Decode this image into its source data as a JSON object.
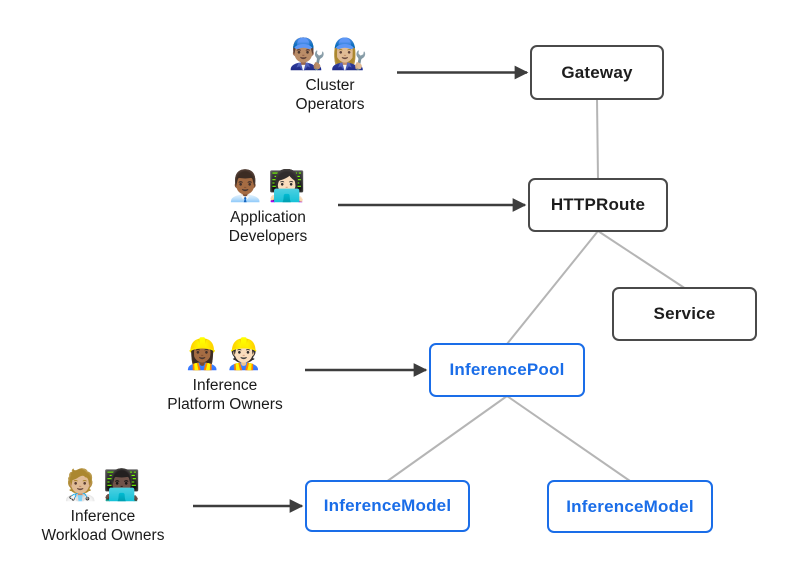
{
  "diagram": {
    "background": "#ffffff",
    "colors": {
      "resource_border": "#4a4a4a",
      "resource_text": "#1d1d1d",
      "extension_border": "#1a6de8",
      "extension_text": "#1a6de8",
      "connector_line": "#b5b5b5",
      "arrow": "#3d3d3d"
    },
    "nodes": [
      {
        "id": "gateway",
        "label": "Gateway",
        "category": "gateway-api-resource"
      },
      {
        "id": "httproute",
        "label": "HTTPRoute",
        "category": "gateway-api-resource"
      },
      {
        "id": "service",
        "label": "Service",
        "category": "gateway-api-resource"
      },
      {
        "id": "inferencepool",
        "label": "InferencePool",
        "category": "inference-extension-resource"
      },
      {
        "id": "inferencemodel-1",
        "label": "InferenceModel",
        "category": "inference-extension-resource"
      },
      {
        "id": "inferencemodel-2",
        "label": "InferenceModel",
        "category": "inference-extension-resource"
      }
    ],
    "edges": [
      {
        "from": "gateway",
        "to": "httproute"
      },
      {
        "from": "httproute",
        "to": "inferencepool"
      },
      {
        "from": "httproute",
        "to": "service"
      },
      {
        "from": "inferencepool",
        "to": "inferencemodel-1"
      },
      {
        "from": "inferencepool",
        "to": "inferencemodel-2"
      }
    ],
    "personas": [
      {
        "id": "cluster-operators",
        "emoji": "👨🏽‍🔧👩🏼‍🔧",
        "label_lines": [
          "Cluster",
          "Operators"
        ],
        "points_to": "gateway"
      },
      {
        "id": "application-developers",
        "emoji": "👨🏾‍💼👩🏻‍💻",
        "label_lines": [
          "Application",
          "Developers"
        ],
        "points_to": "httproute"
      },
      {
        "id": "inference-platform-owners",
        "emoji": "👷🏾‍♀️👷🏻",
        "label_lines": [
          "Inference",
          "Platform Owners"
        ],
        "points_to": "inferencepool"
      },
      {
        "id": "inference-workload-owners",
        "emoji": "🧑🏼‍⚕️👨🏿‍💻",
        "label_lines": [
          "Inference",
          "Workload Owners"
        ],
        "points_to": "inferencemodel-1"
      }
    ]
  }
}
